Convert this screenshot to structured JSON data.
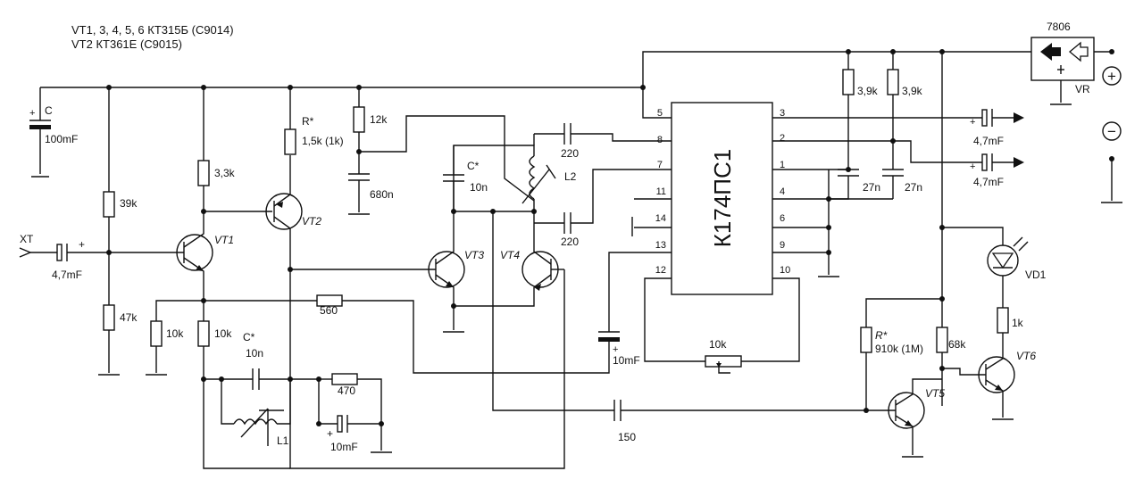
{
  "notes": {
    "line1": "VT1, 3, 4, 5, 6 КТ315Б (С9014)",
    "line2": "VT2 КТ361Е (С9015)"
  },
  "regulator": {
    "name": "7806",
    "label": "VR"
  },
  "ic": {
    "name": "К174ПС1",
    "pins_left": [
      "5",
      "8",
      "7",
      "11",
      "14",
      "13",
      "12"
    ],
    "pins_right": [
      "3",
      "2",
      "1",
      "4",
      "6",
      "9",
      "10"
    ]
  },
  "transistors": {
    "vt1": "VT1",
    "vt2": "VT2",
    "vt3": "VT3",
    "vt4": "VT4",
    "vt5": "VT5",
    "vt6": "VT6"
  },
  "components": {
    "c_main": "C",
    "c_main_val": "100mF",
    "r_39k": "39k",
    "r_47k": "47k",
    "xt": "XT",
    "c_in": "4,7mF",
    "r_3_3k": "3,3k",
    "r_star": "R*",
    "r_star_val": "1,5k (1k)",
    "r_12k": "12k",
    "c_680n": "680n",
    "r_560": "560",
    "r_10k_a": "10k",
    "r_10k_b": "10k",
    "c_star_l": "C*",
    "c_star_l_val": "10n",
    "r_470": "470",
    "c_10mf_l": "10mF",
    "l1": "L1",
    "c_star_t": "C*",
    "c_star_t_val": "10n",
    "l2": "L2",
    "c_220_top": "220",
    "c_220_bot": "220",
    "c_10mf_ic": "10mF",
    "pot_10k": "10k",
    "c_150": "150",
    "r_3_9k_a": "3,9k",
    "r_3_9k_b": "3,9k",
    "c_27n_a": "27n",
    "c_27n_b": "27n",
    "c_out_a": "4,7mF",
    "c_out_b": "4,7mF",
    "plus_sym": "+",
    "minus_sym": "−",
    "vd1": "VD1",
    "r_1k": "1k",
    "r_68k": "68k",
    "r_star_b": "R*",
    "r_star_b_val": "910k (1M)"
  }
}
